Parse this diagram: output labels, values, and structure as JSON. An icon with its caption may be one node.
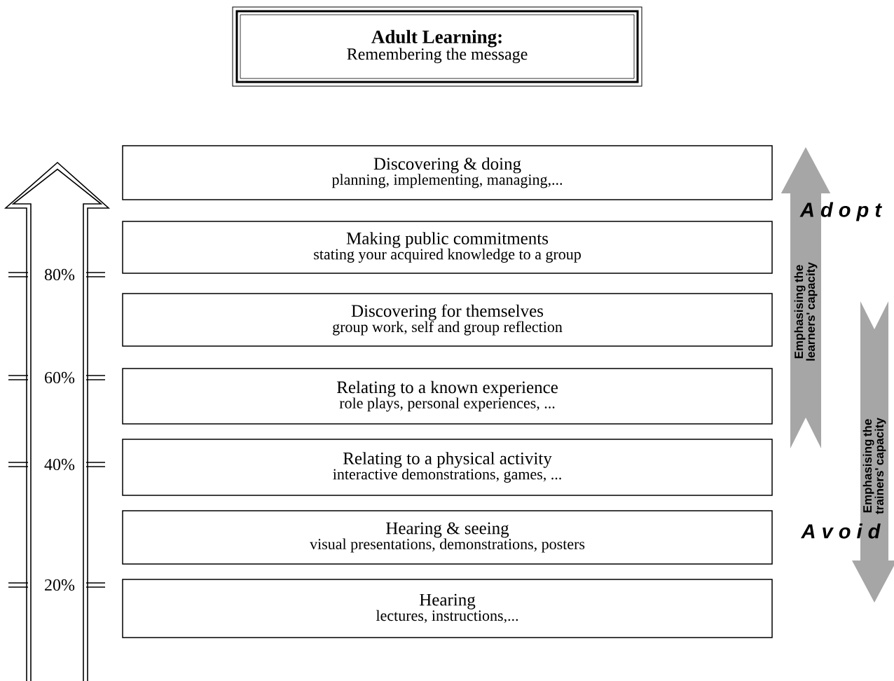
{
  "diagram": {
    "nodes": [
      {
        "text": [
          "Adult Learning:",
          "Remembering the message"
        ]
      },
      {
        "text": [
          "Discovering & doing",
          "planning, implementing, managing,..."
        ]
      },
      {
        "text": [
          "Making public commitments",
          "stating your acquired knowledge to a group"
        ]
      },
      {
        "text": [
          "Discovering for themselves",
          "group work, self and group reflection"
        ]
      },
      {
        "text": [
          "Relating to a known experience",
          "role plays, personal experiences, ..."
        ]
      },
      {
        "text": [
          "Relating to a physical activity",
          "interactive demonstrations, games, ..."
        ]
      },
      {
        "text": [
          "Hearing & seeing",
          "visual presentations, demonstrations, posters"
        ]
      },
      {
        "text": [
          "Hearing",
          "lectures, instructions,..."
        ]
      },
      {
        "text": [
          "Emphasising the learners' capacity"
        ]
      },
      {
        "text": [
          "Emphasising the trainers' capacity"
        ]
      }
    ],
    "labels": [
      "A d o p t",
      "80%",
      "60%",
      "40%",
      "A v o i d",
      "20%"
    ]
  }
}
